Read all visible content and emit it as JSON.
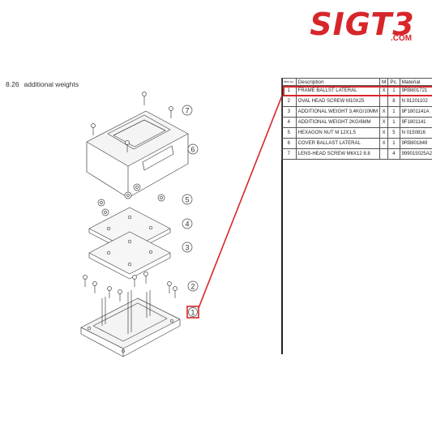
{
  "logo": {
    "main": "SIGT3",
    "suffix": ".COM"
  },
  "section": {
    "number": "8.26",
    "title": "additional weights"
  },
  "table": {
    "headers": {
      "pos": "Item no.",
      "description": "Description",
      "m": "M",
      "pc": "Pc.",
      "material": "Material"
    },
    "rows": [
      {
        "pos": "1",
        "description": "FRAME BALLST LATERAL",
        "m": "X",
        "pc": "1",
        "material": "9RB801721"
      },
      {
        "pos": "2",
        "description": "OVAL HEAD SCREW M10X25",
        "m": "",
        "pc": "8",
        "material": "N 91201102"
      },
      {
        "pos": "3",
        "description": "ADDITIONAL WEIGHT 3,4KG/10MM",
        "m": "X",
        "pc": "1",
        "material": "9F1801141A"
      },
      {
        "pos": "4",
        "description": "ADDITIONAL WEIGHT 2KG/6MM",
        "m": "X",
        "pc": "1",
        "material": "9F1801141"
      },
      {
        "pos": "5",
        "description": "HEXAGON NUT M 12X1,5",
        "m": "X",
        "pc": "5",
        "material": "N 0150816"
      },
      {
        "pos": "6",
        "description": "COVER BALLAST LATERAL",
        "m": "X",
        "pc": "1",
        "material": "9RB801849"
      },
      {
        "pos": "7",
        "description": "LENS-HEAD SCREW M6X12 8.8",
        "m": "",
        "pc": "4",
        "material": "999015025A2"
      }
    ]
  },
  "callouts": [
    "7",
    "6",
    "5",
    "4",
    "3",
    "2",
    "1"
  ],
  "colors": {
    "brand": "#d7262b",
    "line": "#333333"
  }
}
